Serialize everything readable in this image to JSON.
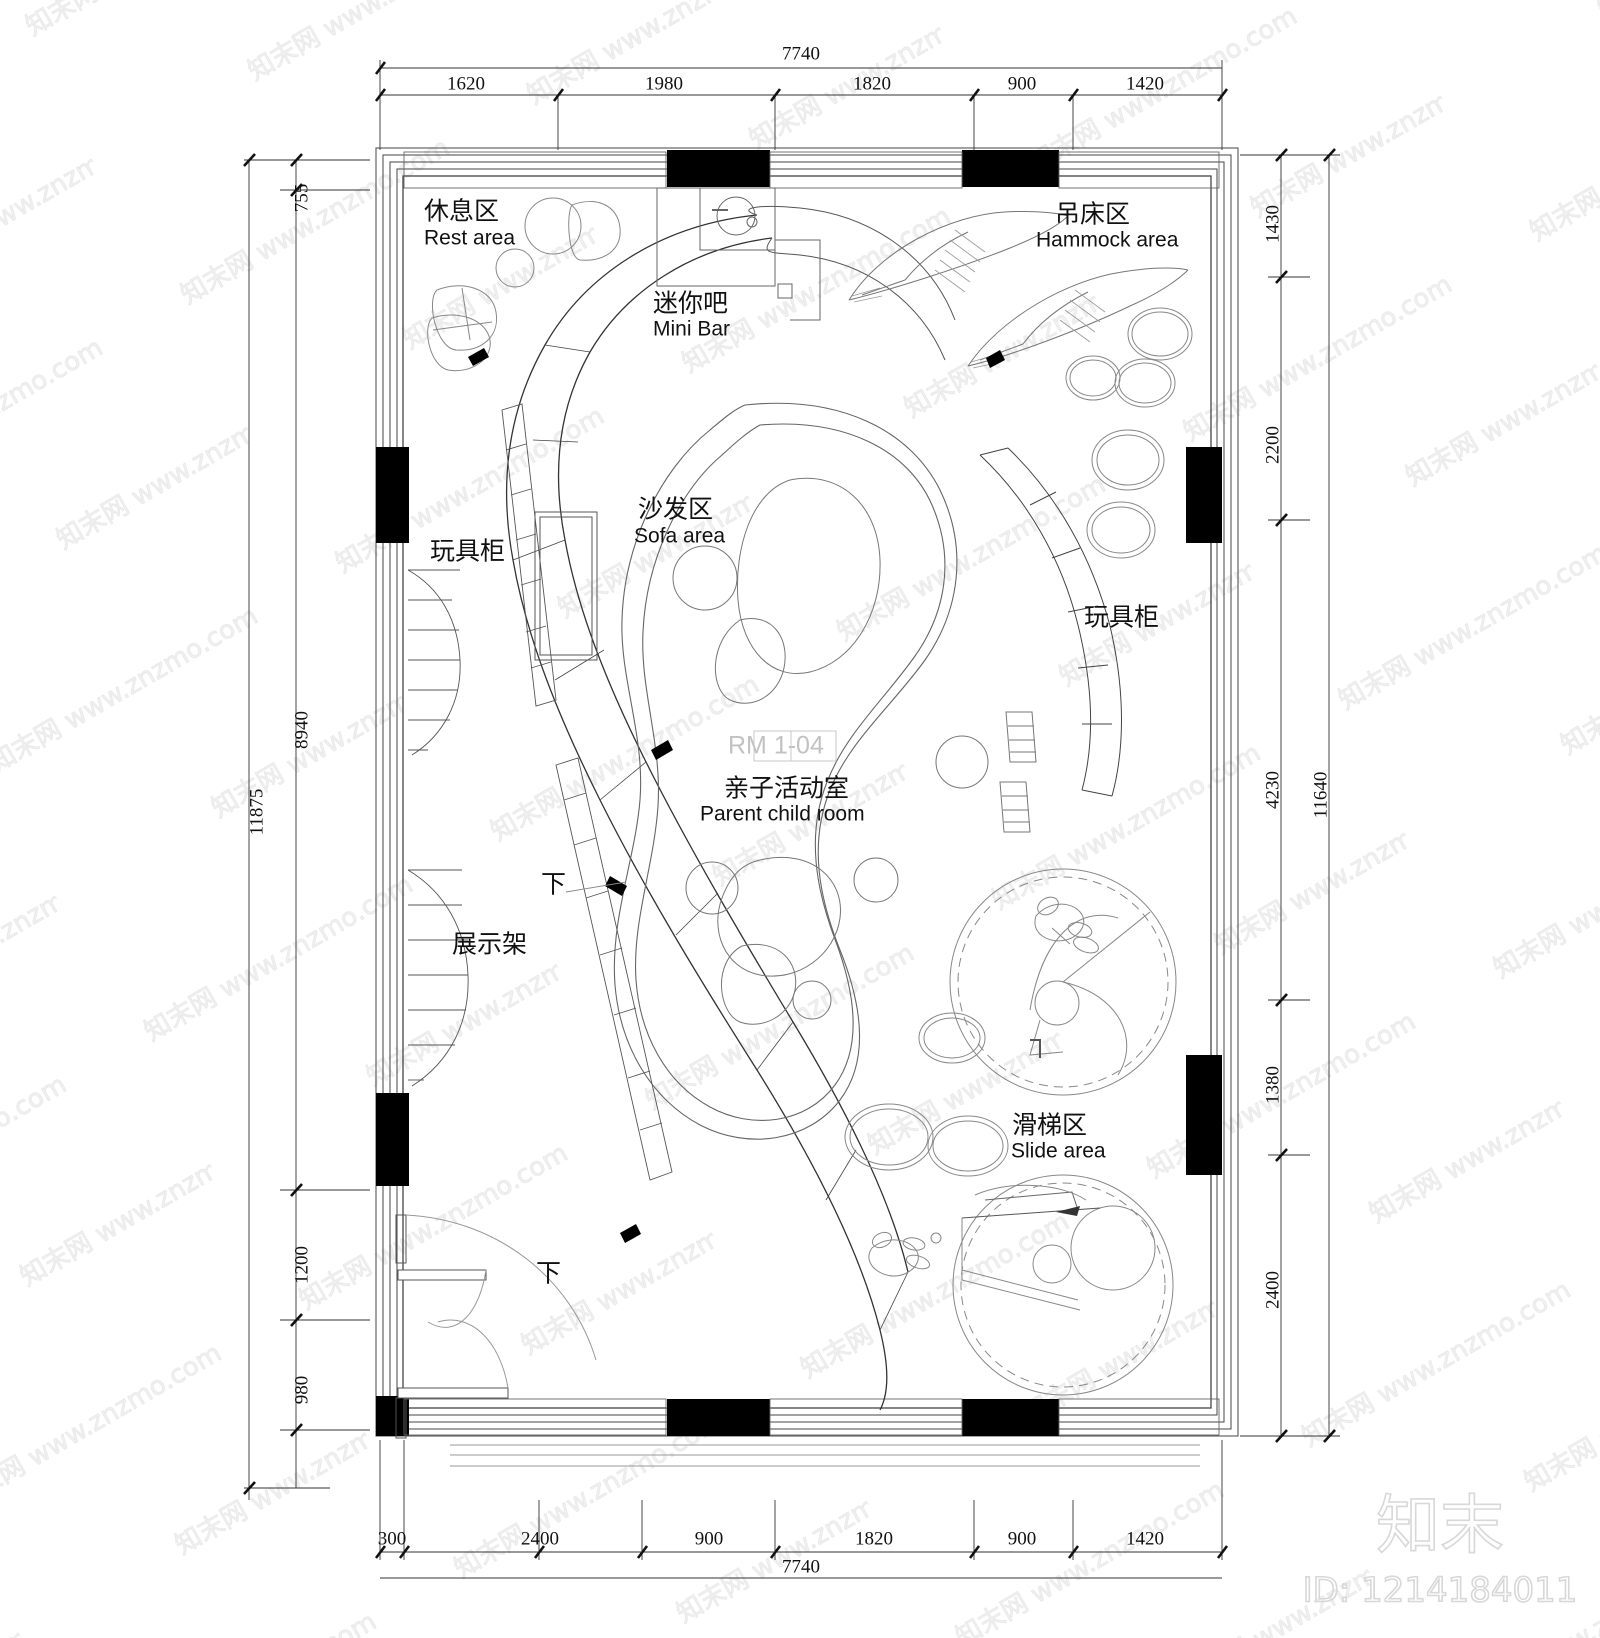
{
  "drawing": {
    "title_cn": "亲子活动室",
    "title_en": "Parent child room",
    "room_code": "RM 1-04",
    "units_note": "",
    "line_color": "#1a1a1a",
    "thin_color": "#8c8c8c",
    "fill_color": "#000000",
    "watermark_color": "#dddddd"
  },
  "labels": {
    "rest_area_cn": "休息区",
    "rest_area_en": "Rest area",
    "mini_bar_cn": "迷你吧",
    "mini_bar_en": "Mini Bar",
    "hammock_cn": "吊床区",
    "hammock_en": "Hammock area",
    "sofa_cn": "沙发区",
    "sofa_en": "Sofa area",
    "slide_cn": "滑梯区",
    "slide_en": "Slide area",
    "toy_cabinet_left": "玩具柜",
    "toy_cabinet_right": "玩具柜",
    "display_rack": "展示架",
    "down_1": "下",
    "down_2": "下"
  },
  "dimensions": {
    "top": {
      "total": "7740",
      "segments": [
        "1620",
        "1980",
        "1820",
        "900",
        "1420"
      ]
    },
    "bottom": {
      "total": "7740",
      "segments": [
        "300",
        "2400",
        "900",
        "1820",
        "900",
        "1420"
      ]
    },
    "left": {
      "total": "11875",
      "segments": [
        "755",
        "8940",
        "1200",
        "980"
      ]
    },
    "right": {
      "total": "11640",
      "segments": [
        "1430",
        "2200",
        "4230",
        "1380",
        "2400"
      ]
    }
  },
  "watermark": {
    "logo_cn": "知末",
    "id_text": "ID: 1214184011",
    "tile_text": "知末网 www.znzmo.com"
  }
}
